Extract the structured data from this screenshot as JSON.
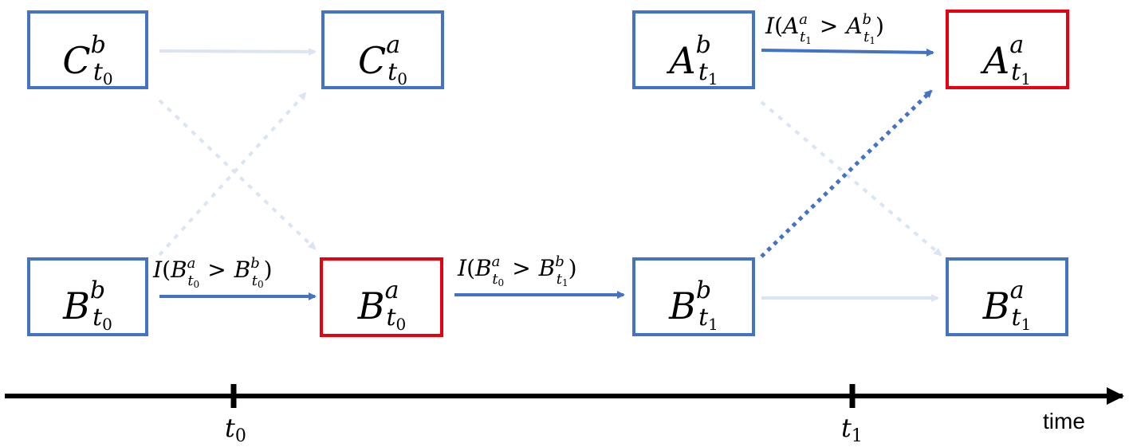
{
  "nodes": {
    "c_tb0": {
      "base": "C",
      "sup": "b",
      "sub_var": "t",
      "sub_idx": "0",
      "color": "#4472c4"
    },
    "c_ta0": {
      "base": "C",
      "sup": "a",
      "sub_var": "t",
      "sub_idx": "0",
      "color": "#4472c4"
    },
    "a_tb1": {
      "base": "A",
      "sup": "b",
      "sub_var": "t",
      "sub_idx": "1",
      "color": "#4472c4"
    },
    "a_ta1": {
      "base": "A",
      "sup": "a",
      "sub_var": "t",
      "sub_idx": "1",
      "color": "#e8000f"
    },
    "b_tb0": {
      "base": "B",
      "sup": "b",
      "sub_var": "t",
      "sub_idx": "0",
      "color": "#4472c4"
    },
    "b_ta0": {
      "base": "B",
      "sup": "a",
      "sub_var": "t",
      "sub_idx": "0",
      "color": "#e8000f"
    },
    "b_tb1": {
      "base": "B",
      "sup": "b",
      "sub_var": "t",
      "sub_idx": "1",
      "color": "#4472c4"
    },
    "b_ta1": {
      "base": "B",
      "sup": "a",
      "sub_var": "t",
      "sub_idx": "1",
      "color": "#4472c4"
    }
  },
  "edge_labels": {
    "a_t1_cmp": {
      "fn": "I",
      "left": "A",
      "left_sup": "a",
      "left_sub": "1",
      "op": ">",
      "right": "A",
      "right_sup": "b",
      "right_sub": "1"
    },
    "b_t0_cmp": {
      "fn": "I",
      "left": "B",
      "left_sup": "a",
      "left_sub": "0",
      "op": ">",
      "right": "B",
      "right_sup": "b",
      "right_sub": "0"
    },
    "b_t0_t1_cmp": {
      "fn": "I",
      "left": "B",
      "left_sup": "a",
      "left_sub": "0",
      "op": ">",
      "right": "B",
      "right_sup": "b",
      "right_sub": "1"
    }
  },
  "timeline": {
    "label": "time",
    "ticks": [
      {
        "var": "t",
        "idx": "0"
      },
      {
        "var": "t",
        "idx": "1"
      }
    ]
  },
  "colors": {
    "box_blue": "#4472c4",
    "box_red": "#e8000f",
    "arrow_strong": "#4472c4",
    "arrow_faint": "#dbe4f3",
    "axis": "#000000"
  }
}
